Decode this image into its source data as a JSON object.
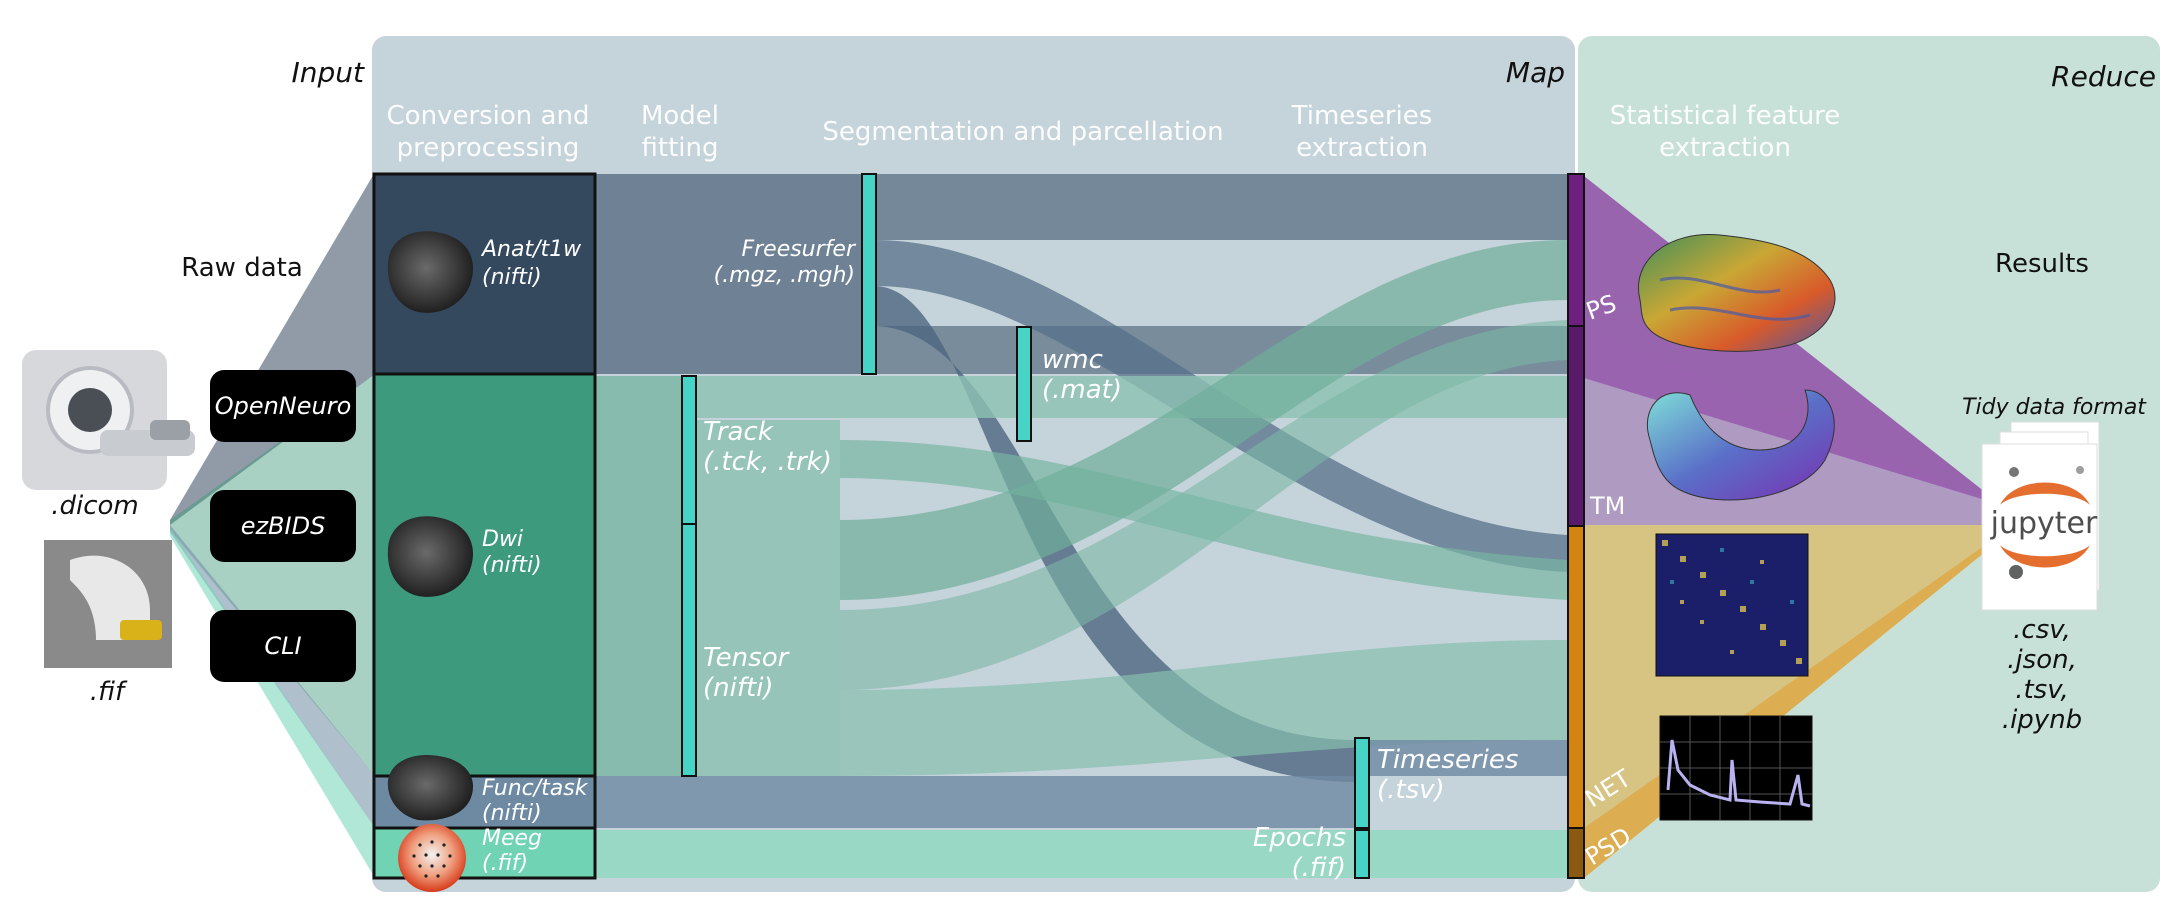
{
  "phases": {
    "input": "Input",
    "map": "Map",
    "reduce": "Reduce"
  },
  "stage_headers": {
    "conversion_line1": "Conversion and",
    "conversion_line2": "preprocessing",
    "model_line1": "Model",
    "model_line2": "fitting",
    "segmentation": "Segmentation and parcellation",
    "timeseries_line1": "Timeseries",
    "timeseries_line2": "extraction",
    "statistical_line1": "Statistical feature",
    "statistical_line2": "extraction"
  },
  "raw_data": {
    "title": "Raw data",
    "dicom": ".dicom",
    "fif": ".fif"
  },
  "sources": {
    "openneuro": "OpenNeuro",
    "ezbids": "ezBIDS",
    "cli": "CLI"
  },
  "datatypes": {
    "anat_line1": "Anat/t1w",
    "anat_line2": "(nifti)",
    "dwi_line1": "Dwi",
    "dwi_line2": "(nifti)",
    "func_line1": "Func/task",
    "func_line2": "(nifti)",
    "meeg_line1": "Meeg",
    "meeg_line2": "(.fif)"
  },
  "derivatives": {
    "freesurfer_line1": "Freesurfer",
    "freesurfer_line2": "(.mgz, .mgh)",
    "wmc_line1": "wmc",
    "wmc_line2": "(.mat)",
    "track_line1": "Track",
    "track_line2": "(.tck, .trk)",
    "tensor_line1": "Tensor",
    "tensor_line2": "(nifti)",
    "timeseries_line1": "Timeseries",
    "timeseries_line2": "(.tsv)",
    "epochs_line1": "Epochs",
    "epochs_line2": "(.fif)"
  },
  "features": {
    "ps": "PS",
    "tm": "TM",
    "net": "NET",
    "psd": "PSD"
  },
  "results": {
    "title": "Results",
    "tidy": "Tidy data format",
    "jupyter": "jupyter",
    "formats": [
      ".csv,",
      ".json,",
      ".tsv,",
      ".ipynb"
    ]
  },
  "colors": {
    "map_panel": "#c5d3da",
    "reduce_panel": "#c8e1d8",
    "anat_block": "#34495e",
    "dwi_block": "#3d9a7c",
    "func_block": "#6e8aa2",
    "meeg_block": "#6fd3b4",
    "node_cyan": "#47d4c6",
    "ps_bar": "#6f1f7e",
    "net_bar": "#d2840f",
    "psd_bar": "#8a5a12"
  }
}
